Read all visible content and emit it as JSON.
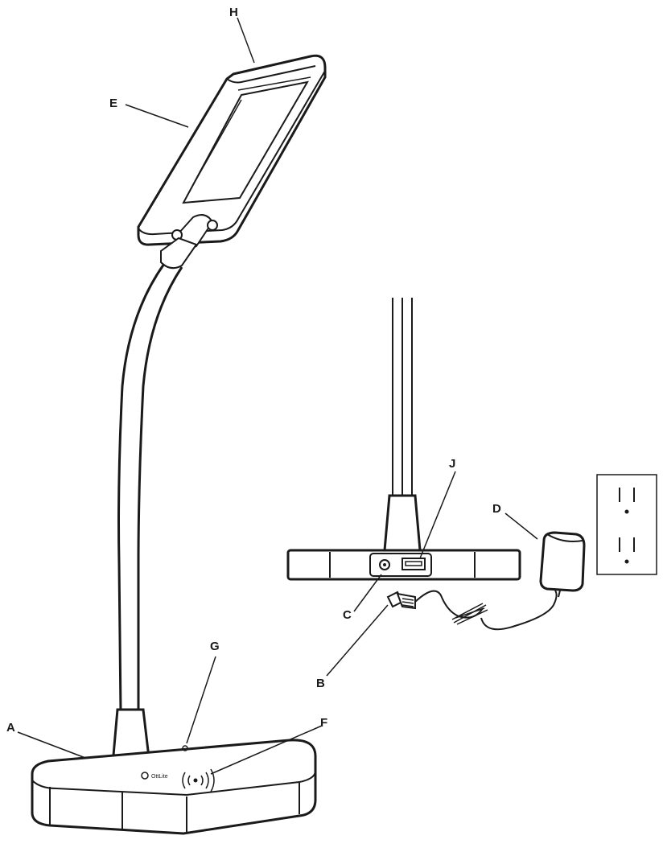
{
  "labels": {
    "A": "A",
    "B": "B",
    "C": "C",
    "D": "D",
    "E": "E",
    "F": "F",
    "G": "G",
    "H": "H",
    "J": "J"
  },
  "base_logo_text": "OttLite"
}
